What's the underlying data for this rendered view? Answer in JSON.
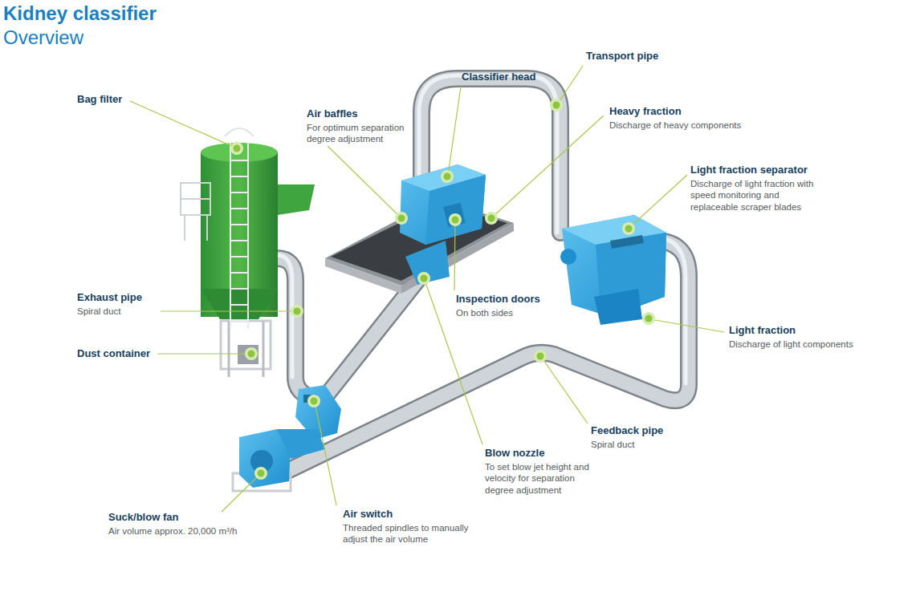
{
  "diagram": {
    "title": "Kidney classifier",
    "labels": [
      "Overview",
      "Bag filter",
      "Air baffles",
      "For optimum separation degree adjustment",
      "Classifier head",
      "Transport pipe",
      "Heavy fraction",
      "Discharge of heavy components",
      "Light fraction separator",
      "Discharge of light fraction with speed monitoring and replaceable scraper blades",
      "Exhaust pipe",
      "Spiral duct",
      "Dust container",
      "Inspection doors",
      "On both sides",
      "Light fraction",
      "Discharge of light components",
      "Feedback pipe",
      "Spiral duct",
      "Blow nozzle",
      "To set blow jet height and velocity for separation degree adjustment",
      "Suck/blow fan",
      "Air volume approx. 20,000 m³/h",
      "Air switch",
      "Threaded spindles to manually adjust the air volume"
    ]
  }
}
